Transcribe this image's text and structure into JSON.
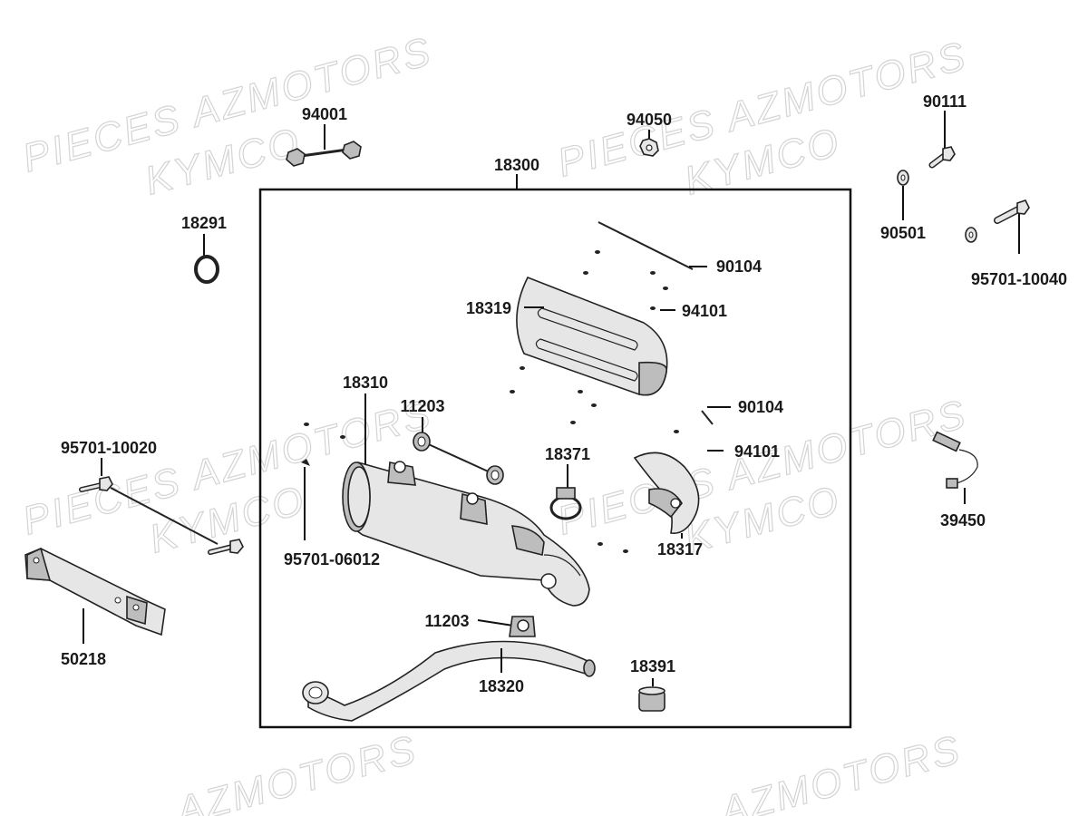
{
  "watermark": {
    "line1": "PIECES AZMOTORS",
    "line2": "KYMCO",
    "line3": "AZMOTORS"
  },
  "parts": {
    "p18300": "18300",
    "p94001": "94001",
    "p94050": "94050",
    "p90111": "90111",
    "p90501": "90501",
    "p95701_10040": "95701-10040",
    "p18291": "18291",
    "p90104_a": "90104",
    "p18319": "18319",
    "p94101_a": "94101",
    "p18310": "18310",
    "p11203_a": "11203",
    "p90104_b": "90104",
    "p94101_b": "94101",
    "p18371": "18371",
    "p95701_10020": "95701-10020",
    "p95701_06012": "95701-06012",
    "p18317": "18317",
    "p39450": "39450",
    "p11203_b": "11203",
    "p50218": "50218",
    "p18391": "18391",
    "p18320": "18320"
  }
}
